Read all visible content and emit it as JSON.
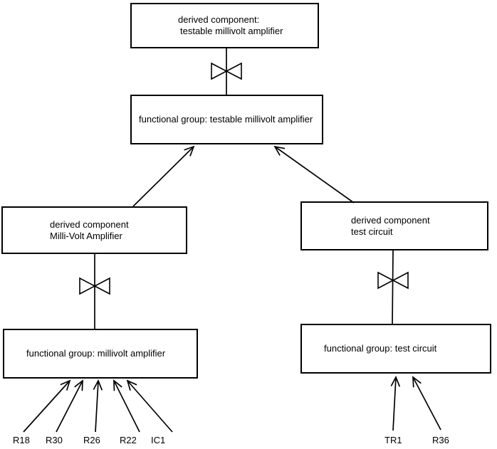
{
  "colors": {
    "background": "#ffffff",
    "line": "#000000",
    "text": "#000000"
  },
  "nodes": {
    "derived_testable": {
      "line1": "derived component:",
      "line2": "testable millivolt amplifier"
    },
    "fg_testable": {
      "label": "functional group: testable millivolt amplifier"
    },
    "derived_mva": {
      "line1": "derived component",
      "line2": "Milli-Volt Amplifier"
    },
    "derived_tc": {
      "line1": "derived component",
      "line2": "test circuit"
    },
    "fg_mva": {
      "label": "functional group: millivolt amplifier"
    },
    "fg_tc": {
      "label": "functional group: test circuit"
    }
  },
  "components": {
    "left": [
      "R18",
      "R30",
      "R26",
      "R22",
      "IC1"
    ],
    "right": [
      "TR1",
      "R36"
    ]
  }
}
